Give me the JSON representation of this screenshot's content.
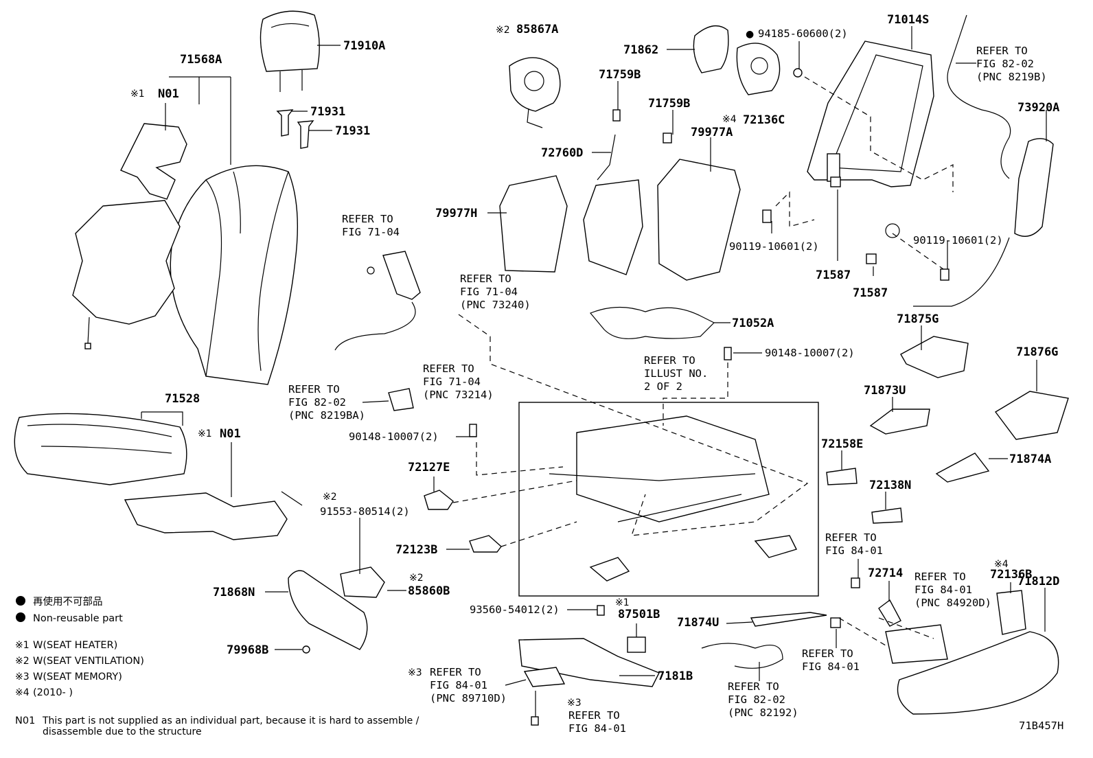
{
  "diagram_id": "71B457H",
  "part_numbers": {
    "p71910A": "71910A",
    "p71931a": "71931",
    "p71931b": "71931",
    "p71568A": "71568A",
    "p85867A": "85867A",
    "p71862": "71862",
    "p94185": "94185-60600(2)",
    "p71014S": "71014S",
    "p71759Ba": "71759B",
    "p71759Bb": "71759B",
    "p72136C": "72136C",
    "p79977A": "79977A",
    "p72760D": "72760D",
    "p79977H": "79977H",
    "p73920A": "73920A",
    "p90119a": "90119-10601(2)",
    "p90119b": "90119-10601(2)",
    "p71587a": "71587",
    "p71587b": "71587",
    "p71052A": "71052A",
    "p90148a": "90148-10007(2)",
    "p90148b": "90148-10007(2)",
    "p71875G": "71875G",
    "p71876G": "71876G",
    "p71873U": "71873U",
    "p71874A": "71874A",
    "p72158E": "72158E",
    "p72138N": "72138N",
    "p71528": "71528",
    "p72127E": "72127E",
    "p91553": "91553-80514(2)",
    "p72123B": "72123B",
    "p85860B": "85860B",
    "p71868N": "71868N",
    "p79968B": "79968B",
    "p93560": "93560-54012(2)",
    "p87501B": "87501B",
    "p7181B": "7181B",
    "p71874U": "71874U",
    "p72714": "72714",
    "p72136B": "72136B",
    "p71812D": "71812D"
  },
  "n01_labels": {
    "top": "N01",
    "bottom": "N01"
  },
  "marks": {
    "m1": "※1",
    "m2": "※2",
    "m3": "※3",
    "m4": "※4",
    "dot": "●"
  },
  "references": {
    "r1": [
      "REFER TO",
      "FIG 71-04"
    ],
    "r2": [
      "REFER TO",
      "FIG 71-04",
      "(PNC 73240)"
    ],
    "r3": [
      "REFER TO",
      "FIG 71-04",
      "(PNC 73214)"
    ],
    "r4": [
      "REFER TO",
      "FIG 82-02",
      "(PNC 8219BA)"
    ],
    "r5": [
      "REFER TO",
      "ILLUST NO.",
      "2 OF 2"
    ],
    "r6": [
      "REFER TO",
      "FIG 82-02",
      "(PNC 8219B)"
    ],
    "r7": [
      "REFER TO",
      "FIG 84-01"
    ],
    "r8": [
      "REFER TO",
      "FIG 84-01",
      "(PNC 84920D)"
    ],
    "r9": [
      "REFER TO",
      "FIG 84-01"
    ],
    "r10": [
      "REFER TO",
      "FIG 84-01",
      "(PNC 89710D)"
    ],
    "r11": [
      "REFER TO",
      "FIG 84-01"
    ],
    "r12": [
      "REFER TO",
      "FIG 82-02",
      "(PNC 82192)"
    ]
  },
  "legend": {
    "reuse_jp": "再使用不可部品",
    "reuse_en": "Non-reusable part",
    "w1": "W(SEAT HEATER)",
    "w2": "W(SEAT VENTILATION)",
    "w3": "W(SEAT MEMORY)",
    "w4": "(2010-      )"
  },
  "footnote": {
    "code": "N01",
    "line1": "This part is not supplied as an individual part, because it is hard to assemble /",
    "line2": "disassemble due to the structure"
  }
}
